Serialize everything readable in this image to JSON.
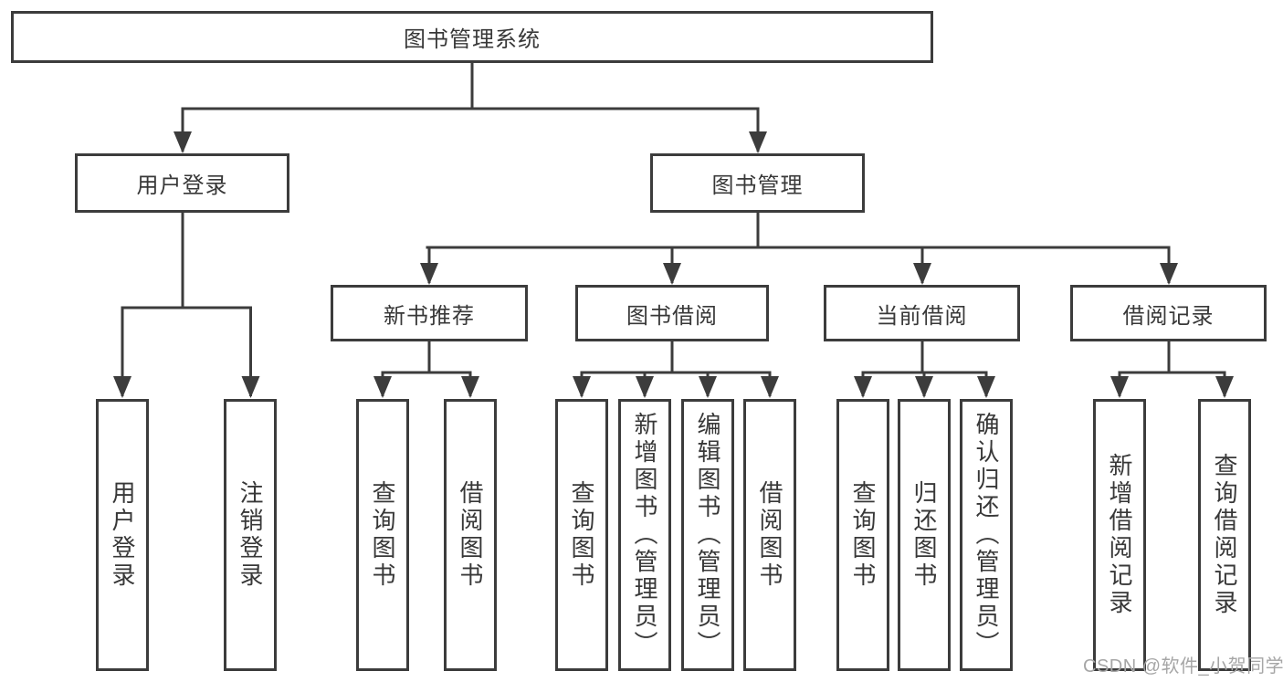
{
  "colors": {
    "line": "#3c3c3c",
    "text": "#383838",
    "watermark": "#a6a6a6",
    "bg": "#ffffff"
  },
  "tree": {
    "root": {
      "label": "图书管理系统"
    },
    "level2": {
      "user_login": {
        "label": "用户登录"
      },
      "book_mgmt": {
        "label": "图书管理"
      }
    },
    "level3": {
      "new_book": {
        "label": "新书推荐"
      },
      "book_borrow": {
        "label": "图书借阅"
      },
      "current_borrow": {
        "label": "当前借阅"
      },
      "borrow_record": {
        "label": "借阅记录"
      }
    },
    "leaves": {
      "user_login": {
        "label": "用户登录"
      },
      "logout": {
        "label": "注销登录"
      },
      "nb_query": {
        "label": "查询图书"
      },
      "nb_borrow": {
        "label": "借阅图书"
      },
      "bb_query": {
        "label": "查询图书"
      },
      "bb_add": {
        "label": "新增图书（管理员）"
      },
      "bb_edit": {
        "label": "编辑图书（管理员）"
      },
      "bb_borrow": {
        "label": "借阅图书"
      },
      "cb_query": {
        "label": "查询图书"
      },
      "cb_return": {
        "label": "归还图书"
      },
      "cb_confirm": {
        "label": "确认归还（管理员）"
      },
      "br_add": {
        "label": "新增借阅记录"
      },
      "br_query": {
        "label": "查询借阅记录"
      }
    }
  },
  "watermark": "CSDN @软件_小贺同学"
}
